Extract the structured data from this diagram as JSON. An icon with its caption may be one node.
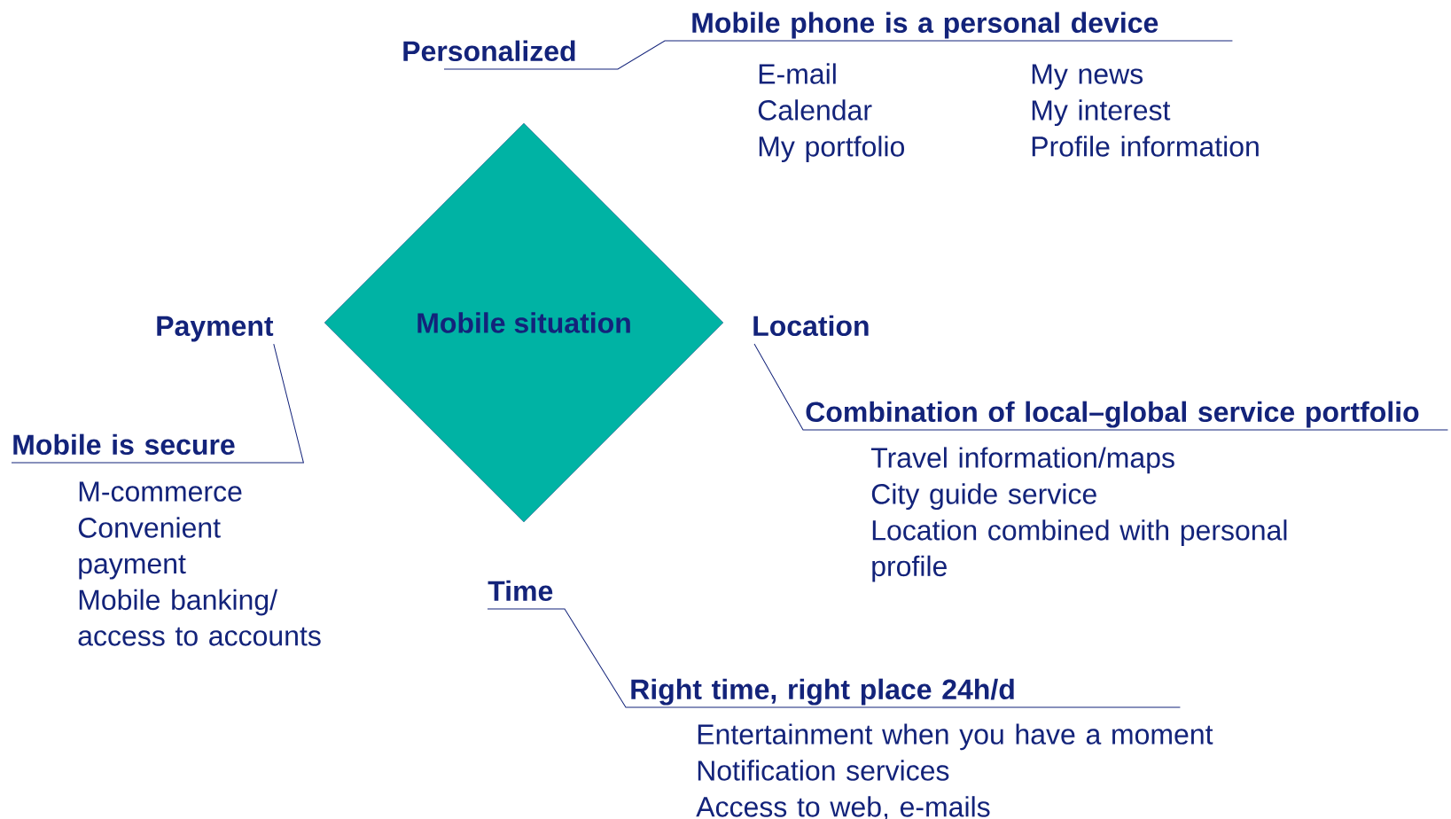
{
  "diagram": {
    "nodes": [
      {
        "text": [
          "Mobile situation"
        ]
      },
      {
        "text": [
          "Personalized"
        ]
      },
      {
        "text": [
          "Mobile phone is a personal device"
        ],
        "beside": [
          "E-mail",
          "Calendar",
          "My portfolio",
          "My news",
          "My interest",
          "Profile information"
        ]
      },
      {
        "text": [
          "Payment"
        ]
      },
      {
        "text": [
          "Mobile is secure"
        ],
        "beside": [
          "M-commerce",
          "Convenient payment",
          "Mobile banking/ access to accounts"
        ]
      },
      {
        "text": [
          "Location"
        ]
      },
      {
        "text": [
          "Combination of local–global service portfolio"
        ],
        "beside": [
          "Travel information/maps",
          "City guide service",
          "Location combined with personal profile"
        ]
      },
      {
        "text": [
          "Time"
        ]
      },
      {
        "text": [
          "Right time, right place 24h/d"
        ],
        "beside": [
          "Entertainment when you have a moment",
          "Notification services",
          "Access to web, e-mails"
        ]
      }
    ],
    "edges": [
      {
        "from": 1,
        "to": 2,
        "arrow": "none"
      },
      {
        "from": 3,
        "to": 4,
        "arrow": "none"
      },
      {
        "from": 5,
        "to": 6,
        "arrow": "none"
      },
      {
        "from": 7,
        "to": 8,
        "arrow": "none"
      }
    ]
  }
}
